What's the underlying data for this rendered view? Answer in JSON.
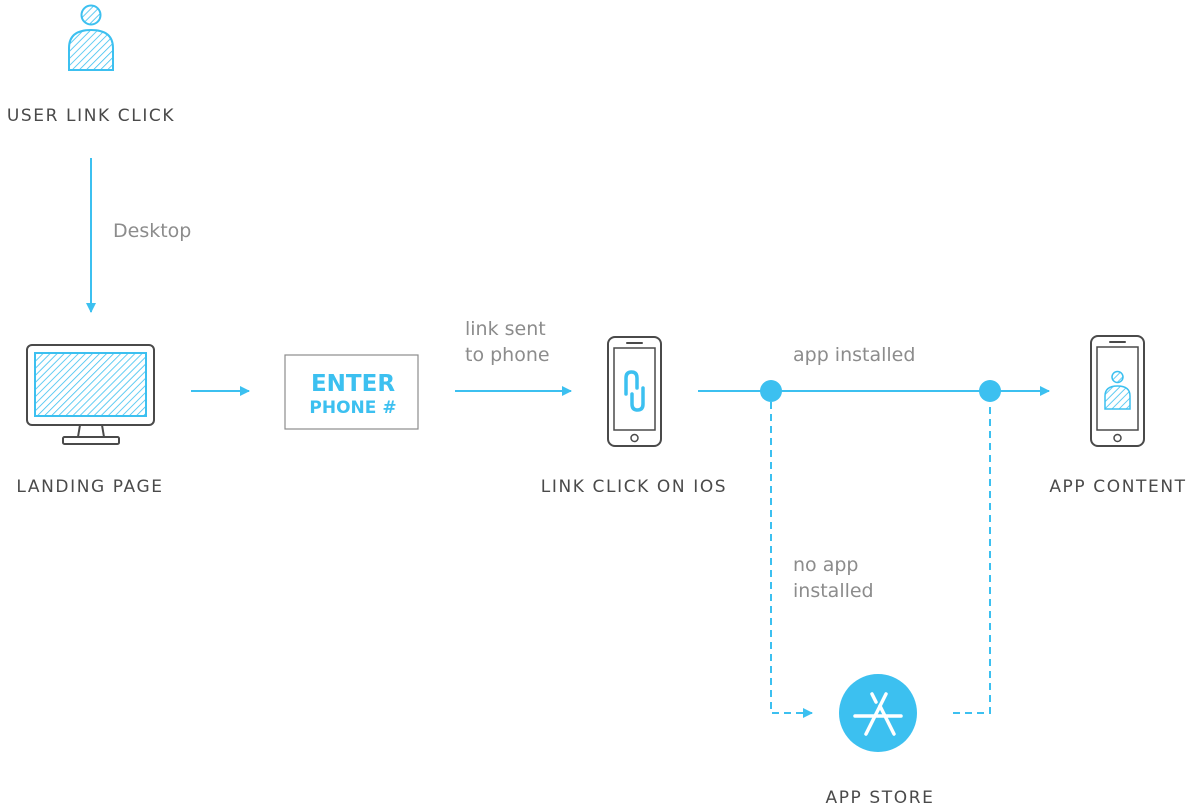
{
  "colors": {
    "accent": "#3cc0f0",
    "outline": "#4a4a4a",
    "caption": "#4a4a4a",
    "edge_label": "#8c8c8c"
  },
  "nodes": {
    "user": {
      "label": "USER LINK CLICK",
      "icon": "user-icon"
    },
    "landing": {
      "label": "LANDING PAGE",
      "icon": "desktop-monitor-icon"
    },
    "enter_phone": {
      "line1": "ENTER",
      "line2": "PHONE #"
    },
    "ios": {
      "label": "LINK CLICK ON IOS",
      "icon": "phone-link-icon"
    },
    "app_content": {
      "label": "APP CONTENT",
      "icon": "phone-user-icon"
    },
    "app_store": {
      "label": "APP STORE",
      "icon": "app-store-icon"
    }
  },
  "edges": {
    "desktop": "Desktop",
    "link_sent_line1": "link sent",
    "link_sent_line2": "to phone",
    "app_installed": "app installed",
    "no_app_line1": "no app",
    "no_app_line2": "installed"
  }
}
